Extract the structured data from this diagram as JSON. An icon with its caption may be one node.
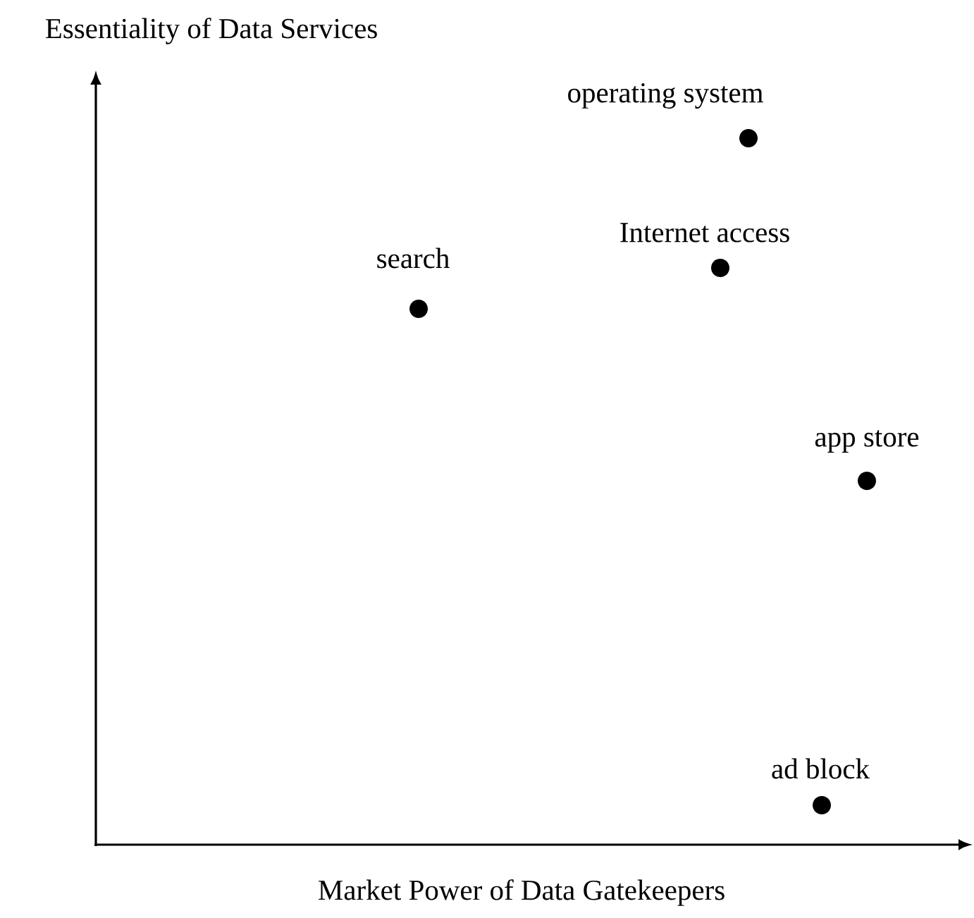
{
  "diagram": {
    "labels": [
      "Essentiality of Data Services",
      "operating system",
      "Internet access",
      "search",
      "app store",
      "ad block",
      "Market Power of Data Gatekeepers"
    ]
  }
}
